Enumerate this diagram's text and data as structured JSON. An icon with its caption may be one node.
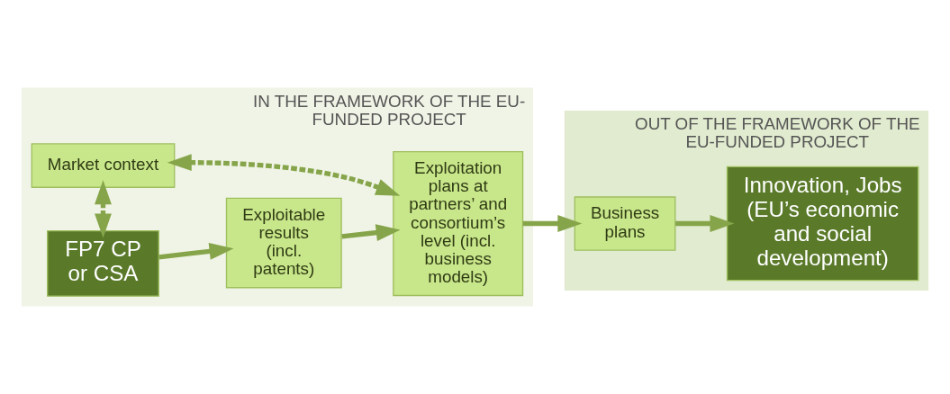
{
  "diagram": {
    "nodes": [
      {
        "text": [
          "IN THE FRAMEWORK OF THE EU-FUNDED PROJECT"
        ]
      },
      {
        "text": [
          "Market context"
        ],
        "in": 0
      },
      {
        "text": [
          "FP7 CP or CSA"
        ],
        "in": 0
      },
      {
        "text": [
          "Exploitable results (incl. patents)"
        ],
        "in": 0
      },
      {
        "text": [
          "Exploitation plans at partners’ and consortium’s level (incl. business models)"
        ],
        "in": 0
      },
      {
        "text": [
          "OUT OF THE FRAMEWORK OF THE EU-FUNDED PROJECT"
        ]
      },
      {
        "text": [
          "Business plans"
        ],
        "in": 5
      },
      {
        "text": [
          "Innovation, Jobs",
          "(EU’s economic and social development)"
        ],
        "in": 5
      }
    ],
    "edges": [
      {
        "from": 1,
        "to": 2,
        "arrow": "both",
        "style": "dashed"
      },
      {
        "from": 1,
        "to": 4,
        "arrow": "both",
        "style": "dashed"
      },
      {
        "from": 2,
        "to": 3,
        "arrow": "to"
      },
      {
        "from": 3,
        "to": 4,
        "arrow": "to"
      },
      {
        "from": 4,
        "to": 6,
        "arrow": "to"
      },
      {
        "from": 6,
        "to": 7,
        "arrow": "to"
      }
    ]
  }
}
